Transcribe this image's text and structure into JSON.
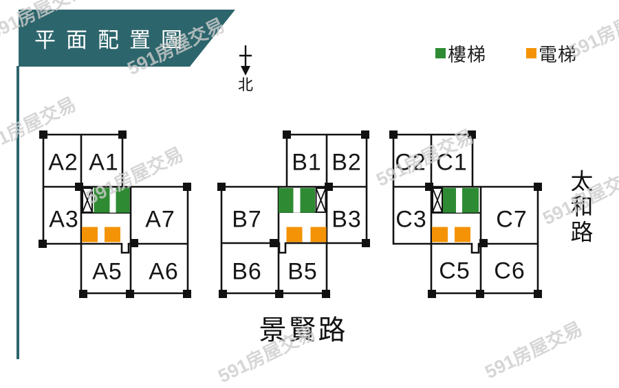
{
  "title": {
    "text": "平面配置圖"
  },
  "north": {
    "label": "北"
  },
  "legend": {
    "stairs_label": "樓梯",
    "elevator_label": "電梯"
  },
  "roads": {
    "bottom": "景賢路",
    "right": "太和路"
  },
  "watermark": {
    "text": "591房屋交易"
  },
  "colors": {
    "banner_teal": "#2d656c",
    "stairs_green": "#2e8b33",
    "elevator_orange": "#f39305",
    "wall_black": "#111111"
  },
  "blocks": [
    {
      "id": "A",
      "units": [
        {
          "label": "A2"
        },
        {
          "label": "A1"
        },
        {
          "label": "A3"
        },
        {
          "label": "A7"
        },
        {
          "label": "A5"
        },
        {
          "label": "A6"
        }
      ]
    },
    {
      "id": "B",
      "units": [
        {
          "label": "B1"
        },
        {
          "label": "B2"
        },
        {
          "label": "B7"
        },
        {
          "label": "B3"
        },
        {
          "label": "B6"
        },
        {
          "label": "B5"
        }
      ]
    },
    {
      "id": "C",
      "units": [
        {
          "label": "C2"
        },
        {
          "label": "C1"
        },
        {
          "label": "C3"
        },
        {
          "label": "C7"
        },
        {
          "label": "C5"
        },
        {
          "label": "C6"
        }
      ]
    }
  ]
}
